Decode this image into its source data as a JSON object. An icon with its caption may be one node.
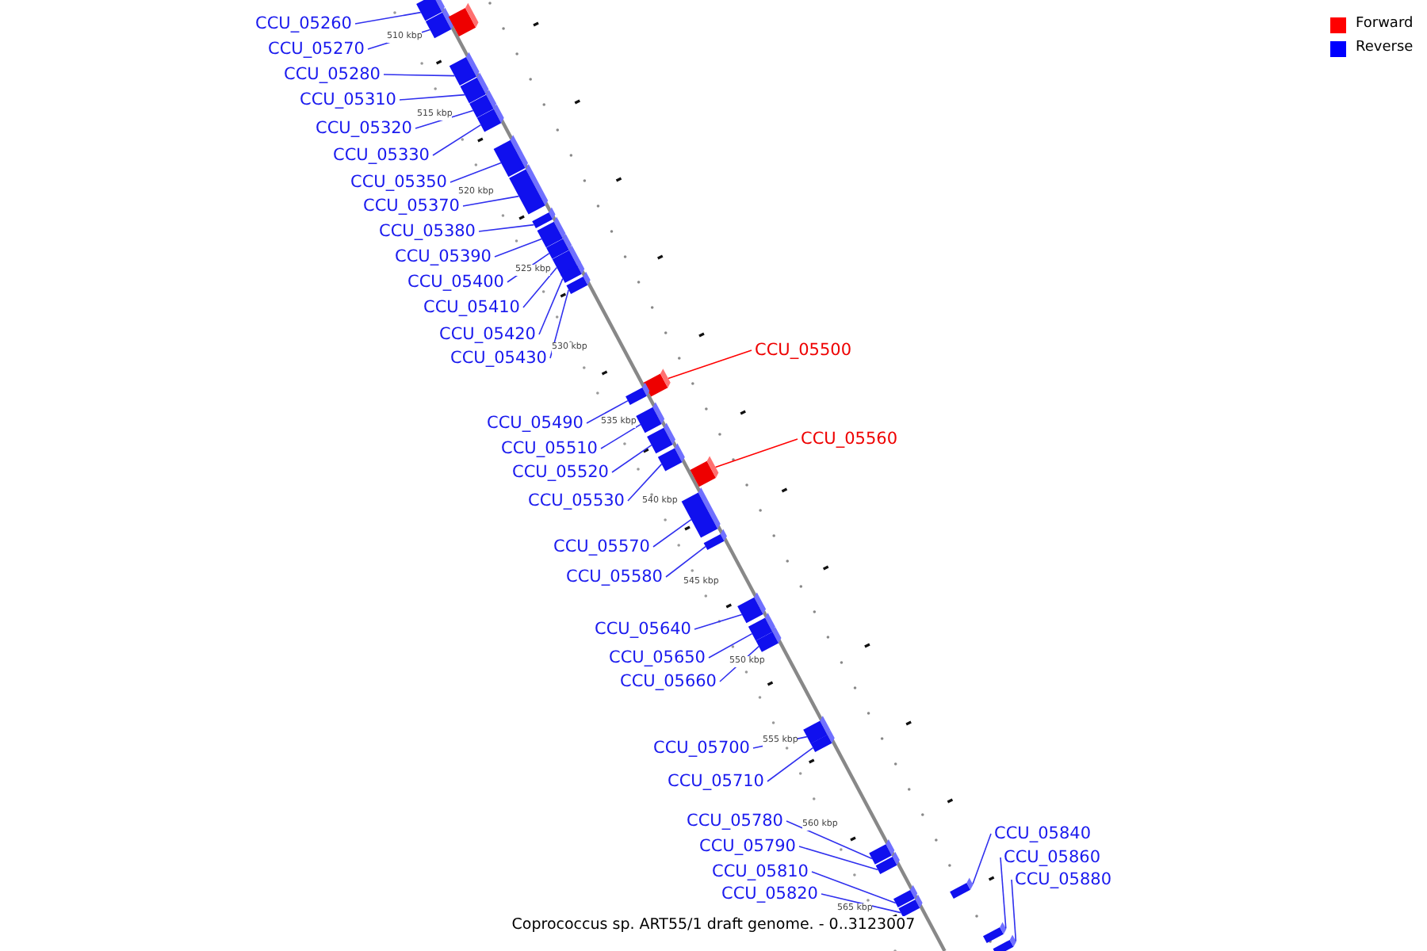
{
  "diagram": {
    "caption": "Coprococcus sp. ART55/1 draft genome. - 0..3123007",
    "nodes": [
      {
        "text": [
          "CCU_05260"
        ]
      },
      {
        "text": [
          "CCU_05270"
        ]
      },
      {
        "text": [
          "CCU_05280"
        ]
      },
      {
        "text": [
          "CCU_05310"
        ]
      },
      {
        "text": [
          "CCU_05320"
        ]
      },
      {
        "text": [
          "CCU_05330"
        ]
      },
      {
        "text": [
          "CCU_05350"
        ]
      },
      {
        "text": [
          "CCU_05370"
        ]
      },
      {
        "text": [
          "CCU_05380"
        ]
      },
      {
        "text": [
          "CCU_05390"
        ]
      },
      {
        "text": [
          "CCU_05400"
        ]
      },
      {
        "text": [
          "CCU_05410"
        ]
      },
      {
        "text": [
          "CCU_05420"
        ]
      },
      {
        "text": [
          "CCU_05500"
        ]
      },
      {
        "text": [
          "CCU_05430"
        ]
      },
      {
        "text": [
          "CCU_05490"
        ]
      },
      {
        "text": [
          "CCU_05560"
        ]
      },
      {
        "text": [
          "CCU_05510"
        ]
      },
      {
        "text": [
          "CCU_05520"
        ]
      },
      {
        "text": [
          "CCU_05530"
        ]
      },
      {
        "text": [
          "CCU_05570"
        ]
      },
      {
        "text": [
          "CCU_05580"
        ]
      },
      {
        "text": [
          "CCU_05640"
        ]
      },
      {
        "text": [
          "CCU_05650"
        ]
      },
      {
        "text": [
          "CCU_05660"
        ]
      },
      {
        "text": [
          "CCU_05700"
        ]
      },
      {
        "text": [
          "CCU_05710"
        ]
      },
      {
        "text": [
          "CCU_05780"
        ]
      },
      {
        "text": [
          "CCU_05840"
        ]
      },
      {
        "text": [
          "CCU_05790"
        ]
      },
      {
        "text": [
          "CCU_05860"
        ]
      },
      {
        "text": [
          "CCU_05810"
        ]
      },
      {
        "text": [
          "CCU_05880"
        ]
      },
      {
        "text": [
          "CCU_05820"
        ]
      },
      {
        "text": [],
        "shape": "bar"
      },
      {
        "text": [],
        "shape": "bar"
      },
      {
        "text": [],
        "shape": "bar"
      },
      {
        "text": [],
        "shape": "bar"
      },
      {
        "text": [],
        "shape": "bar"
      },
      {
        "text": [],
        "shape": "bar"
      },
      {
        "text": [],
        "shape": "bar"
      },
      {
        "text": [],
        "shape": "bar"
      },
      {
        "text": [],
        "shape": "bar"
      },
      {
        "text": [],
        "shape": "bar"
      },
      {
        "text": [],
        "shape": "bar"
      },
      {
        "text": [],
        "shape": "bar"
      },
      {
        "text": [],
        "shape": "bar"
      },
      {
        "text": [],
        "shape": "bar"
      },
      {
        "text": [],
        "shape": "bar"
      },
      {
        "text": [],
        "shape": "bar"
      },
      {
        "text": [],
        "shape": "bar"
      },
      {
        "text": [],
        "shape": "bar"
      },
      {
        "text": [],
        "shape": "bar"
      },
      {
        "text": [],
        "shape": "bar"
      },
      {
        "text": [],
        "shape": "bar"
      },
      {
        "text": [],
        "shape": "bar"
      },
      {
        "text": [],
        "shape": "bar"
      },
      {
        "text": [],
        "shape": "bar"
      },
      {
        "text": [],
        "shape": "bar"
      },
      {
        "text": [],
        "shape": "bar"
      },
      {
        "text": [],
        "shape": "bar"
      },
      {
        "text": [],
        "shape": "bar"
      },
      {
        "text": [],
        "shape": "bar"
      },
      {
        "text": [],
        "shape": "bar"
      },
      {
        "text": [],
        "shape": "bar"
      },
      {
        "text": [],
        "shape": "bar"
      },
      {
        "text": [],
        "shape": "bar"
      },
      {
        "text": [],
        "shape": "bar"
      },
      {
        "text": [],
        "shape": "bar"
      }
    ],
    "edges": [
      {
        "from": 0,
        "to": 34,
        "arrow": "none"
      },
      {
        "from": 1,
        "to": 35,
        "arrow": "none"
      },
      {
        "from": 2,
        "to": 36,
        "arrow": "none"
      },
      {
        "from": 3,
        "to": 37,
        "arrow": "none"
      },
      {
        "from": 4,
        "to": 38,
        "arrow": "none"
      },
      {
        "from": 5,
        "to": 39,
        "arrow": "none"
      },
      {
        "from": 6,
        "to": 40,
        "arrow": "none"
      },
      {
        "from": 7,
        "to": 41,
        "arrow": "none"
      },
      {
        "from": 8,
        "to": 42,
        "arrow": "none"
      },
      {
        "from": 9,
        "to": 43,
        "arrow": "none"
      },
      {
        "from": 10,
        "to": 44,
        "arrow": "none"
      },
      {
        "from": 11,
        "to": 45,
        "arrow": "none"
      },
      {
        "from": 12,
        "to": 46,
        "arrow": "none"
      },
      {
        "from": 13,
        "to": 47,
        "arrow": "none",
        "color": "#ff0000"
      },
      {
        "from": 14,
        "to": 48,
        "arrow": "none"
      },
      {
        "from": 15,
        "to": 49,
        "arrow": "none"
      },
      {
        "from": 16,
        "to": 50,
        "arrow": "none",
        "color": "#ff0000"
      },
      {
        "from": 17,
        "to": 51,
        "arrow": "none"
      },
      {
        "from": 18,
        "to": 52,
        "arrow": "none"
      },
      {
        "from": 19,
        "to": 53,
        "arrow": "none"
      },
      {
        "from": 20,
        "to": 54,
        "arrow": "none"
      },
      {
        "from": 21,
        "to": 55,
        "arrow": "none"
      },
      {
        "from": 22,
        "to": 56,
        "arrow": "none"
      },
      {
        "from": 23,
        "to": 57,
        "arrow": "none"
      },
      {
        "from": 24,
        "to": 58,
        "arrow": "none"
      },
      {
        "from": 25,
        "to": 59,
        "arrow": "none"
      },
      {
        "from": 26,
        "to": 60,
        "arrow": "none"
      },
      {
        "from": 27,
        "to": 61,
        "arrow": "none"
      },
      {
        "from": 28,
        "to": 62,
        "arrow": "none"
      },
      {
        "from": 29,
        "to": 63,
        "arrow": "none"
      },
      {
        "from": 30,
        "to": 64,
        "arrow": "none"
      },
      {
        "from": 31,
        "to": 65,
        "arrow": "none"
      },
      {
        "from": 32,
        "to": 66,
        "arrow": "none"
      },
      {
        "from": 33,
        "to": 67,
        "arrow": "none"
      }
    ],
    "labels": [
      "510 kbp",
      "515 kbp",
      "520 kbp",
      "525 kbp",
      "530 kbp",
      "535 kbp",
      "540 kbp",
      "545 kbp",
      "550 kbp",
      "555 kbp",
      "560 kbp",
      "565 kbp"
    ],
    "legend": [
      {
        "text": "Forward",
        "color": "#ff0000"
      },
      {
        "text": "Reverse",
        "color": "#0000ff"
      }
    ]
  }
}
